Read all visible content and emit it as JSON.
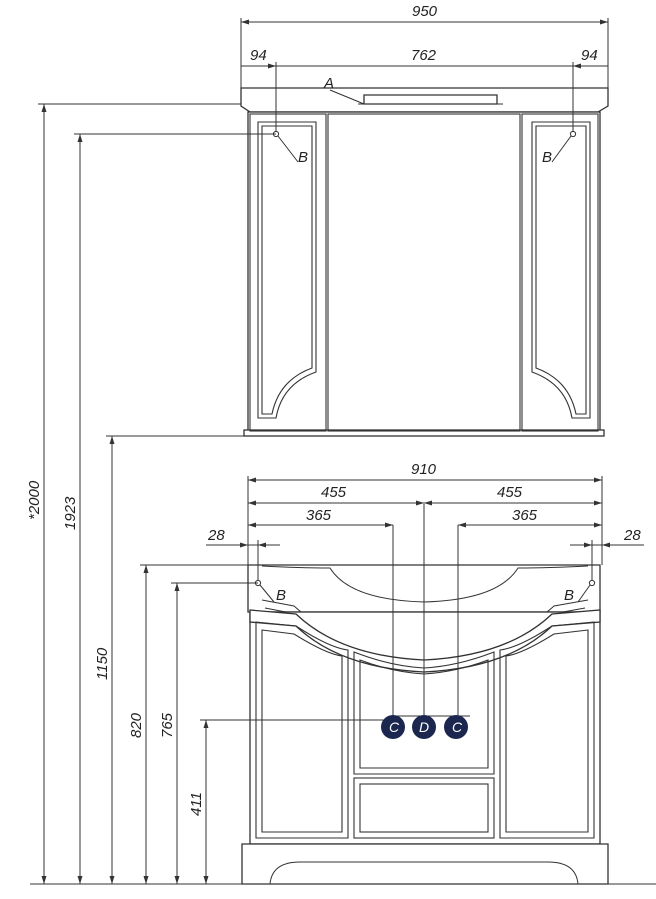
{
  "mirror_cabinet": {
    "width_total": "950",
    "width_inner": "762",
    "offset_left": "94",
    "offset_right": "94",
    "marker_a": "A",
    "marker_b_left": "B",
    "marker_b_right": "B"
  },
  "vanity": {
    "width_total": "910",
    "half_left": "455",
    "half_right": "455",
    "pipe_left": "365",
    "pipe_right": "365",
    "edge_left": "28",
    "edge_right": "28",
    "marker_b_left": "B",
    "marker_b_right": "B"
  },
  "heights": {
    "total": "*2000",
    "mirror_points": "1923",
    "mirror_bottom": "1150",
    "vanity_top": "820",
    "points_b": "765",
    "points_cd": "411"
  },
  "connections": {
    "c_left": "C",
    "d_center": "D",
    "c_right": "C"
  },
  "colors": {
    "badge": "#1c2750"
  }
}
